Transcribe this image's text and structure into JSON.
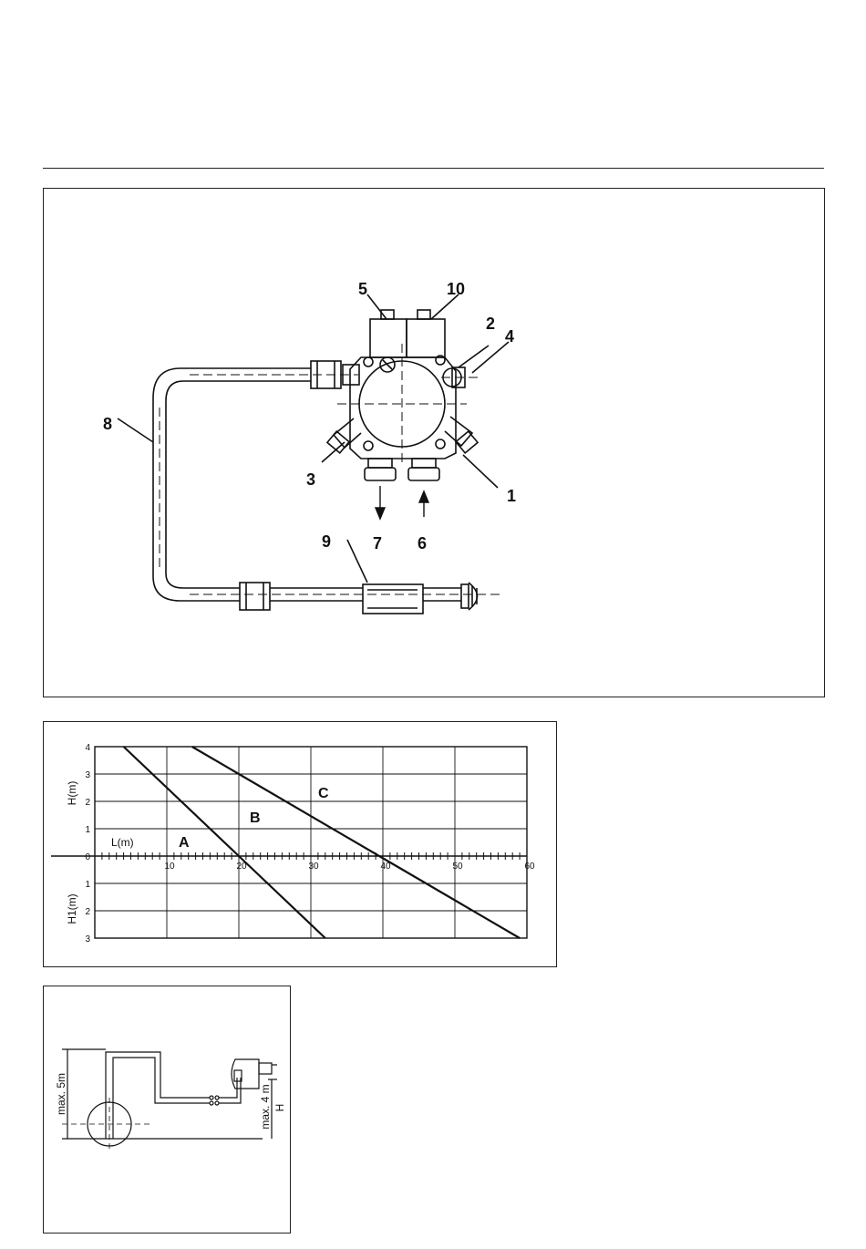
{
  "diagram": {
    "callouts": [
      "1",
      "2",
      "3",
      "4",
      "5",
      "6",
      "7",
      "8",
      "9",
      "10"
    ]
  },
  "chart_data": {
    "type": "line",
    "xlabel": "L(m)",
    "ylabel_top": "H(m)",
    "ylabel_bottom": "H1(m)",
    "x_ticks": [
      "10",
      "20",
      "30",
      "40",
      "50",
      "60"
    ],
    "y_ticks_top": [
      "4",
      "3",
      "2",
      "1",
      "0"
    ],
    "y_ticks_bottom": [
      "1",
      "2",
      "3"
    ],
    "xlim": [
      0,
      60
    ],
    "ylim": [
      -3,
      4
    ],
    "grid": true,
    "series": [
      {
        "name": "A",
        "x": [
          4,
          20,
          32
        ],
        "y": [
          4,
          0,
          -3
        ]
      },
      {
        "name": "C",
        "x": [
          13.5,
          39.5,
          59
        ],
        "y": [
          4,
          0,
          -3
        ]
      }
    ],
    "annotations": [
      "B"
    ]
  },
  "installation": {
    "label_suction": "max. 5m",
    "label_height": "max. 4 m",
    "symbol_h": "H"
  }
}
